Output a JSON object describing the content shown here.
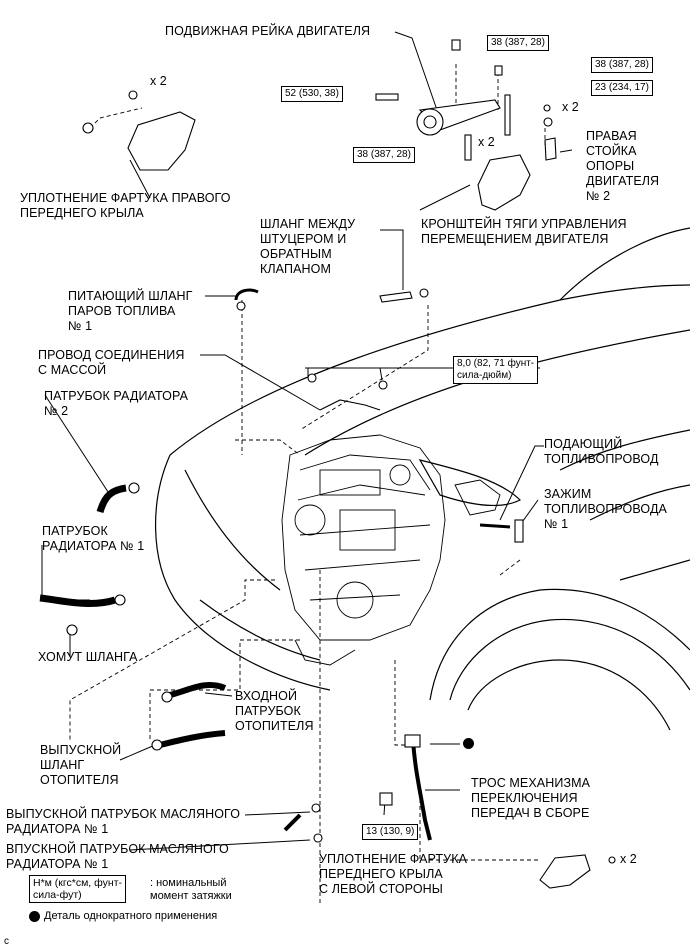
{
  "labels": {
    "engine_moving_rod": "ПОДВИЖНАЯ РЕЙКА ДВИГАТЕЛЯ",
    "right_fender_seal": "УПЛОТНЕНИЕ ФАРТУКА ПРАВОГО\nПЕРЕДНЕГО КРЫЛА",
    "hose_union_check_valve": "ШЛАНГ МЕЖДУ\nШТУЦЕРОМ И\nОБРАТНЫМ\nКЛАПАНОМ",
    "bracket_torque_rod": "КРОНШТЕЙН ТЯГИ УПРАВЛЕНИЯ\nПЕРЕМЕЩЕНИЕМ ДВИГАТЕЛЯ",
    "right_engine_mount_stay": "ПРАВАЯ\nСТОЙКА\nОПОРЫ\nДВИГАТЕЛЯ\n№ 2",
    "fuel_vapor_feed_hose": "ПИТАЮЩИЙ ШЛАНГ\nПАРОВ ТОПЛИВА\n№ 1",
    "ground_wire": "ПРОВОД СОЕДИНЕНИЯ\nС МАССОЙ",
    "radiator_hose_2": "ПАТРУБОК РАДИАТОРА\n№ 2",
    "fuel_tube": "ПОДАЮЩИЙ\nТОПЛИВОПРОВОД",
    "fuel_tube_clamp": "ЗАЖИМ\nТОПЛИВОПРОВОДА\n№ 1",
    "radiator_hose_1": "ПАТРУБОК\nРАДИАТОРА № 1",
    "hose_clamp": "ХОМУТ ШЛАНГА",
    "heater_inlet_hose": "ВХОДНОЙ\nПАТРУБОК\nОТОПИТЕЛЯ",
    "heater_outlet_hose": "ВЫПУСКНОЙ\nШЛАНГ\nОТОПИТЕЛЯ",
    "oil_cooler_outlet_hose": "ВЫПУСКНОЙ ПАТРУБОК МАСЛЯНОГО\nРАДИАТОРА № 1",
    "oil_cooler_inlet_hose": "ВПУСКНОЙ ПАТРУБОК МАСЛЯНОГО\nРАДИАТОРА № 1",
    "shift_cable": "ТРОС МЕХАНИЗМА\nПЕРЕКЛЮЧЕНИЯ\nПЕРЕДАЧ В СБОРЕ",
    "left_fender_seal": "УПЛОТНЕНИЕ ФАРТУКА\nПЕРЕДНЕГО КРЫЛА\nС ЛЕВОЙ СТОРОНЫ"
  },
  "torques": {
    "t_top": "38 (387, 28)",
    "t_right": "38 (387, 28)",
    "t_52": "52 (530, 38)",
    "t_23": "23 (234, 17)",
    "t_38_left": "38 (387, 28)",
    "t_8": "8,0 (82, 71 фунт-\nсила-дюйм)",
    "t_13": "13 (130, 9)"
  },
  "multipliers": {
    "x2_a": "x 2",
    "x2_b": "x 2",
    "x2_c": "x 2",
    "x2_d": "x 2"
  },
  "legend": {
    "torque_unit": "Н*м (кгс*см, фунт-\nсила-фут)",
    "torque_desc": ": номинальный\nмомент затяжки",
    "single_use": "Деталь однократного применения"
  },
  "corner_code": "c"
}
